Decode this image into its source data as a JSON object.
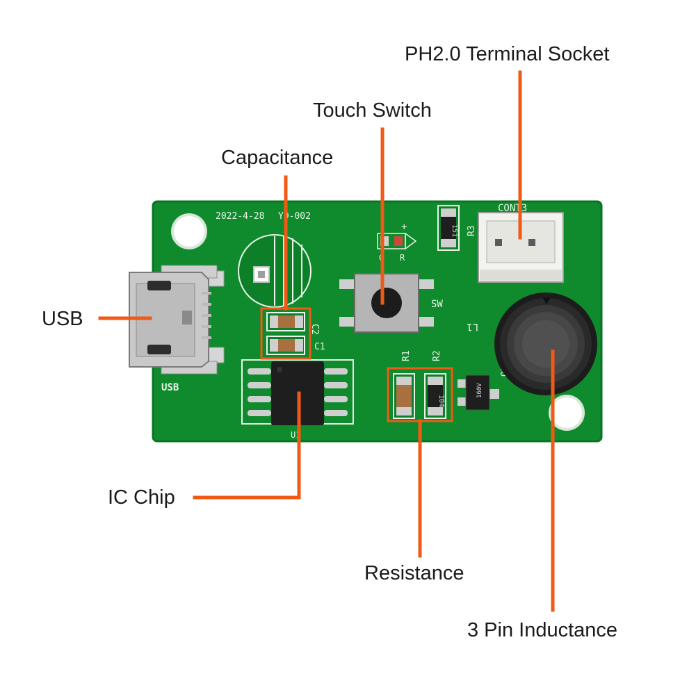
{
  "labels": {
    "terminal_socket": "PH2.0 Terminal Socket",
    "touch_switch": "Touch Switch",
    "capacitance": "Capacitance",
    "usb": "USB",
    "ic_chip": "IC Chip",
    "resistance": "Resistance",
    "inductance": "3 Pin Inductance"
  },
  "silkscreen": {
    "date_code": "2022-4-28",
    "board_code": "YD-002",
    "connector": "CONT3",
    "usb": "USB",
    "switch": "SW",
    "cap1": "C1",
    "cap2": "C2",
    "res1": "R1",
    "res2": "R2",
    "res3": "R3",
    "inductor": "L1",
    "transistor": "Q2",
    "ic": "U1",
    "res3_value": "151",
    "res2_value": "104",
    "q2_marking": "160V",
    "led_g": "G",
    "led_r": "R",
    "plus": "+"
  },
  "colors": {
    "pcb": "#0f8a2c",
    "pcb_edge": "#0a7424",
    "callout_line": "#f05a16",
    "label_text": "#1a1a1a"
  }
}
